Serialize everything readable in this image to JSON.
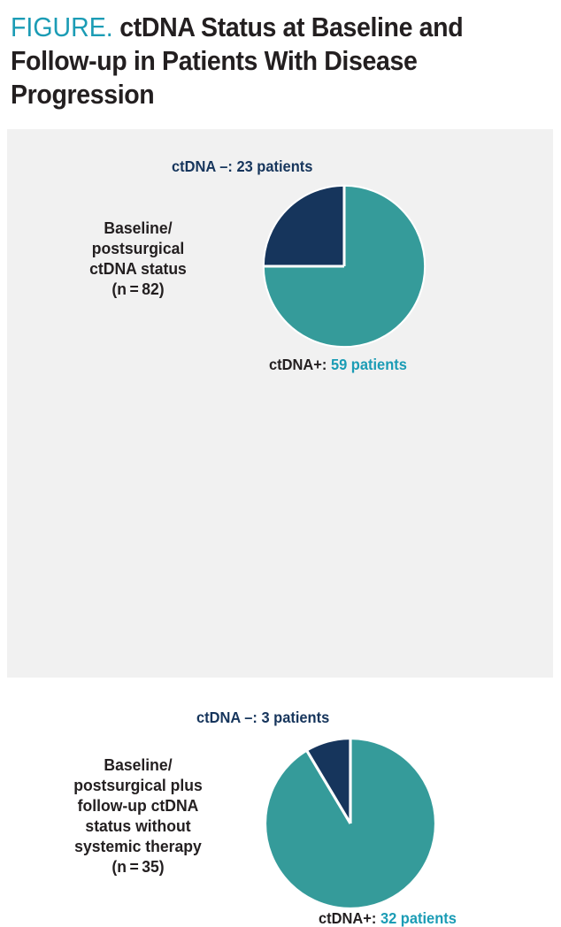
{
  "title": {
    "prefix": "FIGURE.",
    "text": "ctDNA Status at Baseline and Follow-up in Patients With Disease Progression",
    "prefix_color": "#1b9cb5",
    "text_color": "#231f20"
  },
  "colors": {
    "panel_background": "#f1f1f1",
    "page_background": "#ffffff",
    "ctdna_positive": "#359b9a",
    "ctdna_negative": "#16355c",
    "accent_teal": "#1b9cb5",
    "slice_divider": "#ffffff"
  },
  "charts": [
    {
      "id": "baseline-postsurgical",
      "caption_lines": [
        "Baseline/",
        "postsurgical",
        "ctDNA status",
        "(n = 82)"
      ],
      "caption_text": "Baseline/ postsurgical ctDNA status (n = 82)",
      "total": 82,
      "label_negative": {
        "key": "ctDNA –:",
        "value": "23 patients"
      },
      "label_positive": {
        "key": "ctDNA+:",
        "value": "59 patients"
      }
    },
    {
      "id": "baseline-plus-followup",
      "caption_lines": [
        "Baseline/",
        "postsurgical plus",
        "follow-up ctDNA",
        "status without",
        "systemic therapy",
        "(n = 35)"
      ],
      "caption_text": "Baseline/ postsurgical plus follow-up ctDNA status without systemic therapy (n = 35)",
      "total": 35,
      "label_negative": {
        "key": "ctDNA –:",
        "value": "3 patients"
      },
      "label_positive": {
        "key": "ctDNA+:",
        "value": "32 patients"
      }
    }
  ],
  "chart_data": [
    {
      "type": "pie",
      "title": "Baseline/postsurgical ctDNA status (n = 82)",
      "categories": [
        "ctDNA+",
        "ctDNA –"
      ],
      "values": [
        59,
        23
      ],
      "units": "patients",
      "total": 82,
      "percentages": [
        72.0,
        28.0
      ],
      "colors": [
        "#359b9a",
        "#16355c"
      ],
      "start_angle_deg": 0,
      "direction": "clockwise",
      "legend": "labels outside slices",
      "annotations": [
        "ctDNA –: 23 patients",
        "ctDNA+: 59 patients"
      ]
    },
    {
      "type": "pie",
      "title": "Baseline/postsurgical plus follow-up ctDNA status without systemic therapy (n = 35)",
      "categories": [
        "ctDNA+",
        "ctDNA –"
      ],
      "values": [
        32,
        3
      ],
      "units": "patients",
      "total": 35,
      "percentages": [
        91.4,
        8.6
      ],
      "colors": [
        "#359b9a",
        "#16355c"
      ],
      "start_angle_deg": 0,
      "direction": "clockwise",
      "legend": "labels outside slices",
      "annotations": [
        "ctDNA –: 3 patients",
        "ctDNA+: 32 patients"
      ]
    }
  ]
}
